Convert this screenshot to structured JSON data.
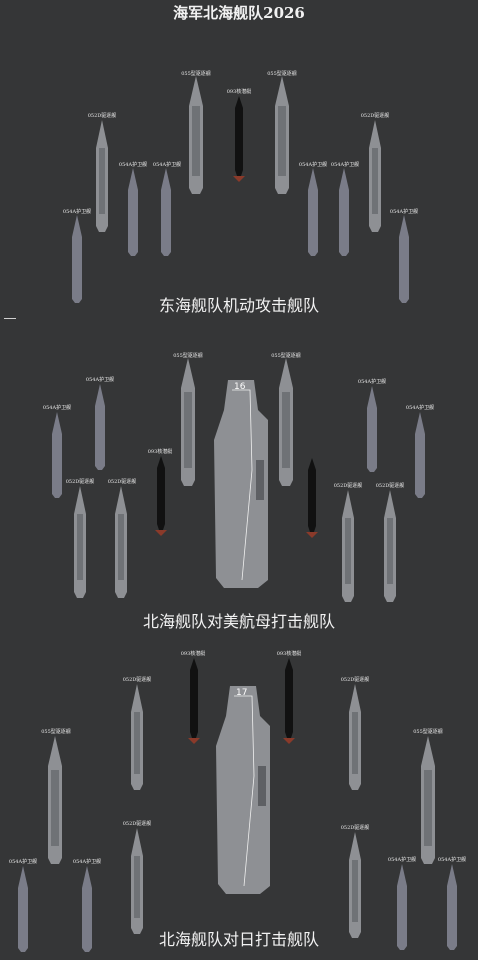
{
  "title": "海军北海舰队2026",
  "sections": [
    {
      "title": "东海舰队机动攻击舰队"
    },
    {
      "title": "北海舰队对美航母打击舰队",
      "carrier_hull": "16"
    },
    {
      "title": "北海舰队对日打击舰队",
      "carrier_hull": "17"
    }
  ],
  "labels": {
    "destroyer_055": "055型驱逐舰",
    "destroyer_052": "052D驱逐舰",
    "frigate": "054A护卫舰",
    "submarine": "093核潜艇"
  },
  "colors": {
    "background": "#353637",
    "hull": "#8e9094",
    "deck": "#6f7276",
    "frigate": "#7a7c88"
  }
}
